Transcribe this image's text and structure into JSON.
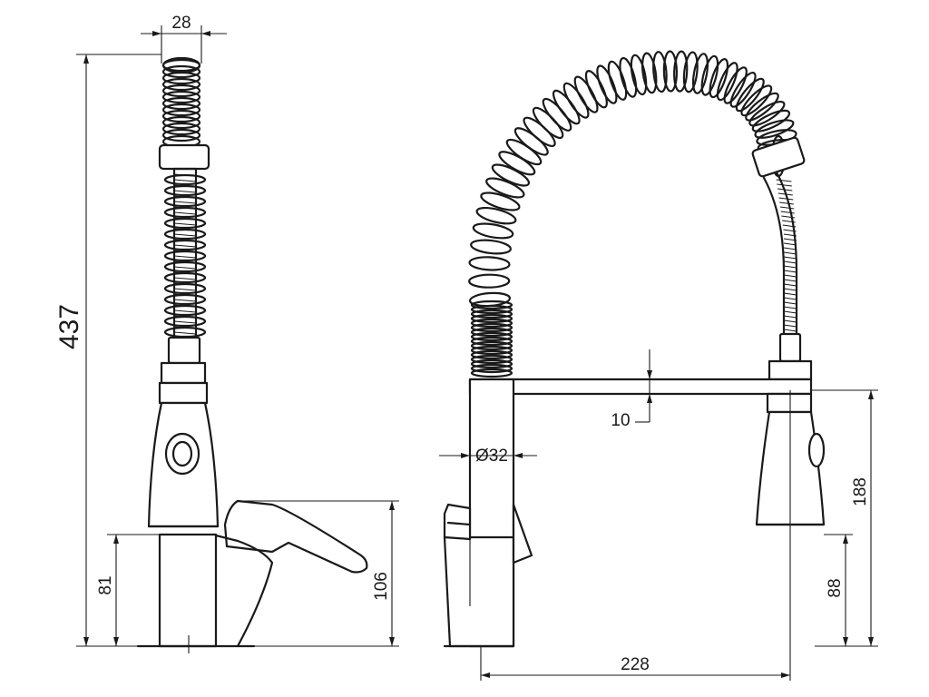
{
  "dimensions": {
    "side_top_width": "28",
    "overall_height": "437",
    "side_base_height": "81",
    "side_lever_height": "106",
    "bar_thickness": "10",
    "body_diameter": "Ø32",
    "spray_holder_height": "188",
    "spray_bottom_height": "88",
    "reach": "228"
  }
}
